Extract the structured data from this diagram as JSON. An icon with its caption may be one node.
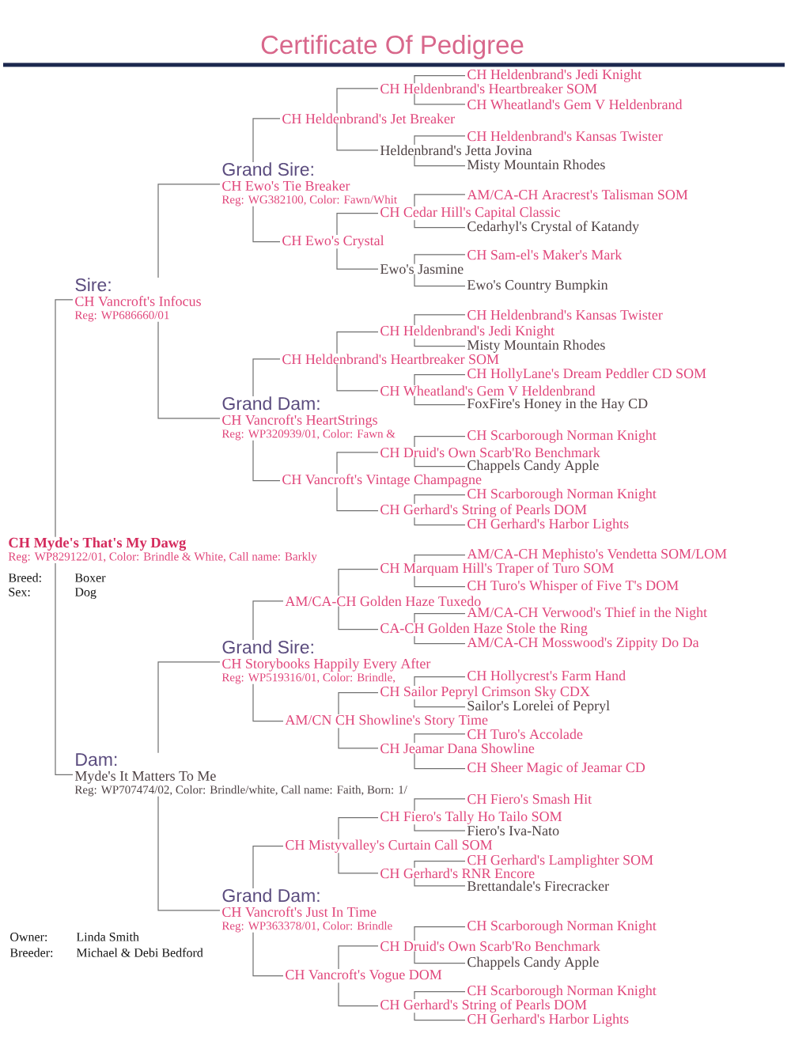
{
  "diagram": {
    "title": "Certificate Of Pedigree",
    "nodes": [
      {
        "text": [
          "CH Heldenbrand's Jedi Knight"
        ]
      },
      {
        "text": [
          "CH Heldenbrand's Heartbreaker SOM"
        ]
      },
      {
        "text": [
          "CH Wheatland's Gem V Heldenbrand"
        ]
      },
      {
        "text": [
          "CH Heldenbrand's Jet Breaker"
        ]
      },
      {
        "text": [
          "CH Heldenbrand's Kansas Twister"
        ]
      },
      {
        "text": [
          "Heldenbrand's Jetta Jovina"
        ]
      },
      {
        "text": [
          "Misty Mountain Rhodes"
        ]
      },
      {
        "text": [
          "Grand Sire:",
          "CH Ewo's Tie Breaker",
          "Reg: WG382100, Color: Fawn/Whit"
        ]
      },
      {
        "text": [
          "AM/CA-CH Aracrest's Talisman SOM"
        ]
      },
      {
        "text": [
          "CH Cedar Hill's Capital Classic"
        ]
      },
      {
        "text": [
          "Cedarhyl's Crystal of Katandy"
        ]
      },
      {
        "text": [
          "CH Ewo's Crystal"
        ]
      },
      {
        "text": [
          "CH Sam-el's Maker's Mark"
        ]
      },
      {
        "text": [
          "Ewo's Jasmine"
        ]
      },
      {
        "text": [
          "Ewo's Country Bumpkin"
        ]
      },
      {
        "text": [
          "Sire:",
          "CH Vancroft's Infocus",
          "Reg: WP686660/01"
        ]
      },
      {
        "text": [
          "CH Heldenbrand's Kansas Twister"
        ]
      },
      {
        "text": [
          "CH Heldenbrand's Jedi Knight"
        ]
      },
      {
        "text": [
          "Misty Mountain Rhodes"
        ]
      },
      {
        "text": [
          "CH Heldenbrand's Heartbreaker SOM"
        ]
      },
      {
        "text": [
          "CH HollyLane's Dream Peddler CD SOM"
        ]
      },
      {
        "text": [
          "CH Wheatland's Gem V Heldenbrand"
        ]
      },
      {
        "text": [
          "Grand Dam:",
          "CH Vancroft's HeartStrings",
          "Reg: WP320939/01, Color: Fawn &"
        ]
      },
      {
        "text": [
          "FoxFire's Honey in the Hay CD"
        ]
      },
      {
        "text": [
          "CH Scarborough Norman Knight"
        ]
      },
      {
        "text": [
          "CH Druid's Own Scarb'Ro Benchmark"
        ]
      },
      {
        "text": [
          "Chappels Candy Apple"
        ]
      },
      {
        "text": [
          "CH Vancroft's Vintage Champagne"
        ]
      },
      {
        "text": [
          "CH Scarborough Norman Knight"
        ]
      },
      {
        "text": [
          "CH Gerhard's String of Pearls DOM"
        ]
      },
      {
        "text": [
          "CH Gerhard's Harbor Lights"
        ]
      },
      {
        "text": [
          "CH Myde's That's My Dawg",
          "Reg: WP829122/01, Color: Brindle & White, Call name: Barkly"
        ]
      },
      {
        "text": [
          "AM/CA-CH Mephisto's Vendetta SOM/LOM"
        ]
      },
      {
        "text": [
          "CH Marquam Hill's Traper of Turo SOM"
        ]
      },
      {
        "text": [
          "CH Turo's Whisper of Five T's DOM"
        ]
      },
      {
        "text": [
          "AM/CA-CH Golden Haze Tuxedo"
        ]
      },
      {
        "text": [
          "AM/CA-CH Verwood's Thief in the Night"
        ]
      },
      {
        "text": [
          "CA-CH Golden Haze Stole the Ring"
        ]
      },
      {
        "text": [
          "AM/CA-CH Mosswood's Zippity Do Da"
        ]
      },
      {
        "text": [
          "Grand Sire:",
          "CH Storybooks Happily Every After",
          "Reg: WP519316/01, Color: Brindle,"
        ]
      },
      {
        "text": [
          "CH Hollycrest's Farm Hand"
        ]
      },
      {
        "text": [
          "CH Sailor Pepryl Crimson Sky CDX"
        ]
      },
      {
        "text": [
          "Sailor's Lorelei of Pepryl"
        ]
      },
      {
        "text": [
          "AM/CN CH Showline's Story Time"
        ]
      },
      {
        "text": [
          "CH Turo's Accolade"
        ]
      },
      {
        "text": [
          "Dam:",
          "Myde's It Matters To Me",
          "Reg: WP707474/02, Color: Brindle/white, Call name: Faith, Born: 1/"
        ]
      },
      {
        "text": [
          "CH Jeamar Dana Showline"
        ]
      },
      {
        "text": [
          "CH Sheer Magic of Jeamar CD"
        ]
      },
      {
        "text": [
          "CH Fiero's Smash Hit"
        ]
      },
      {
        "text": [
          "CH Fiero's Tally Ho Tailo SOM"
        ]
      },
      {
        "text": [
          "Fiero's Iva-Nato"
        ]
      },
      {
        "text": [
          "CH Mistyvalley's Curtain Call SOM"
        ]
      },
      {
        "text": [
          "CH Gerhard's Lamplighter SOM"
        ]
      },
      {
        "text": [
          "CH Gerhard's RNR Encore"
        ]
      },
      {
        "text": [
          "Brettandale's Firecracker"
        ]
      },
      {
        "text": [
          "Grand Dam:",
          "CH Vancroft's Just In Time",
          "Reg: WP363378/01, Color: Brindle"
        ]
      },
      {
        "text": [
          "CH Scarborough Norman Knight"
        ]
      },
      {
        "text": [
          "CH Druid's Own Scarb'Ro Benchmark"
        ]
      },
      {
        "text": [
          "Chappels Candy Apple"
        ]
      },
      {
        "text": [
          "CH Vancroft's Vogue DOM"
        ]
      },
      {
        "text": [
          "CH Scarborough Norman Knight"
        ]
      },
      {
        "text": [
          "CH Gerhard's String of Pearls DOM"
        ]
      },
      {
        "text": [
          "CH Gerhard's Harbor Lights"
        ]
      }
    ],
    "edges": [
      {
        "from": 31,
        "to": 15,
        "arrow": "none"
      },
      {
        "from": 31,
        "to": 45,
        "arrow": "none"
      },
      {
        "from": 15,
        "to": 7,
        "arrow": "none"
      },
      {
        "from": 15,
        "to": 22,
        "arrow": "none"
      },
      {
        "from": 7,
        "to": 3,
        "arrow": "none"
      },
      {
        "from": 7,
        "to": 11,
        "arrow": "none"
      },
      {
        "from": 3,
        "to": 1,
        "arrow": "none"
      },
      {
        "from": 3,
        "to": 5,
        "arrow": "none"
      },
      {
        "from": 1,
        "to": 0,
        "arrow": "none"
      },
      {
        "from": 1,
        "to": 2,
        "arrow": "none"
      },
      {
        "from": 5,
        "to": 4,
        "arrow": "none"
      },
      {
        "from": 5,
        "to": 6,
        "arrow": "none"
      },
      {
        "from": 11,
        "to": 9,
        "arrow": "none"
      },
      {
        "from": 11,
        "to": 13,
        "arrow": "none"
      },
      {
        "from": 9,
        "to": 8,
        "arrow": "none"
      },
      {
        "from": 9,
        "to": 10,
        "arrow": "none"
      },
      {
        "from": 13,
        "to": 12,
        "arrow": "none"
      },
      {
        "from": 13,
        "to": 14,
        "arrow": "none"
      },
      {
        "from": 22,
        "to": 19,
        "arrow": "none"
      },
      {
        "from": 22,
        "to": 27,
        "arrow": "none"
      },
      {
        "from": 19,
        "to": 17,
        "arrow": "none"
      },
      {
        "from": 19,
        "to": 21,
        "arrow": "none"
      },
      {
        "from": 17,
        "to": 16,
        "arrow": "none"
      },
      {
        "from": 17,
        "to": 18,
        "arrow": "none"
      },
      {
        "from": 21,
        "to": 20,
        "arrow": "none"
      },
      {
        "from": 21,
        "to": 23,
        "arrow": "none"
      },
      {
        "from": 27,
        "to": 25,
        "arrow": "none"
      },
      {
        "from": 27,
        "to": 29,
        "arrow": "none"
      },
      {
        "from": 25,
        "to": 24,
        "arrow": "none"
      },
      {
        "from": 25,
        "to": 26,
        "arrow": "none"
      },
      {
        "from": 29,
        "to": 28,
        "arrow": "none"
      },
      {
        "from": 29,
        "to": 30,
        "arrow": "none"
      },
      {
        "from": 45,
        "to": 39,
        "arrow": "none"
      },
      {
        "from": 45,
        "to": 55,
        "arrow": "none"
      },
      {
        "from": 39,
        "to": 35,
        "arrow": "none"
      },
      {
        "from": 39,
        "to": 43,
        "arrow": "none"
      },
      {
        "from": 35,
        "to": 33,
        "arrow": "none"
      },
      {
        "from": 35,
        "to": 37,
        "arrow": "none"
      },
      {
        "from": 33,
        "to": 32,
        "arrow": "none"
      },
      {
        "from": 33,
        "to": 34,
        "arrow": "none"
      },
      {
        "from": 37,
        "to": 36,
        "arrow": "none"
      },
      {
        "from": 37,
        "to": 38,
        "arrow": "none"
      },
      {
        "from": 43,
        "to": 41,
        "arrow": "none"
      },
      {
        "from": 43,
        "to": 46,
        "arrow": "none"
      },
      {
        "from": 41,
        "to": 40,
        "arrow": "none"
      },
      {
        "from": 41,
        "to": 42,
        "arrow": "none"
      },
      {
        "from": 46,
        "to": 44,
        "arrow": "none"
      },
      {
        "from": 46,
        "to": 47,
        "arrow": "none"
      },
      {
        "from": 55,
        "to": 51,
        "arrow": "none"
      },
      {
        "from": 55,
        "to": 59,
        "arrow": "none"
      },
      {
        "from": 51,
        "to": 49,
        "arrow": "none"
      },
      {
        "from": 51,
        "to": 53,
        "arrow": "none"
      },
      {
        "from": 49,
        "to": 48,
        "arrow": "none"
      },
      {
        "from": 49,
        "to": 50,
        "arrow": "none"
      },
      {
        "from": 53,
        "to": 52,
        "arrow": "none"
      },
      {
        "from": 53,
        "to": 54,
        "arrow": "none"
      },
      {
        "from": 59,
        "to": 57,
        "arrow": "none"
      },
      {
        "from": 59,
        "to": 61,
        "arrow": "none"
      },
      {
        "from": 57,
        "to": 56,
        "arrow": "none"
      },
      {
        "from": 57,
        "to": 58,
        "arrow": "none"
      },
      {
        "from": 61,
        "to": 60,
        "arrow": "none"
      },
      {
        "from": 61,
        "to": 62,
        "arrow": "none"
      }
    ],
    "labels": [
      "Breed:",
      "Boxer",
      "Sex:",
      "Dog",
      "Owner:",
      "Linda Smith",
      "Breeder:",
      "Michael & Debi Bedford"
    ]
  }
}
